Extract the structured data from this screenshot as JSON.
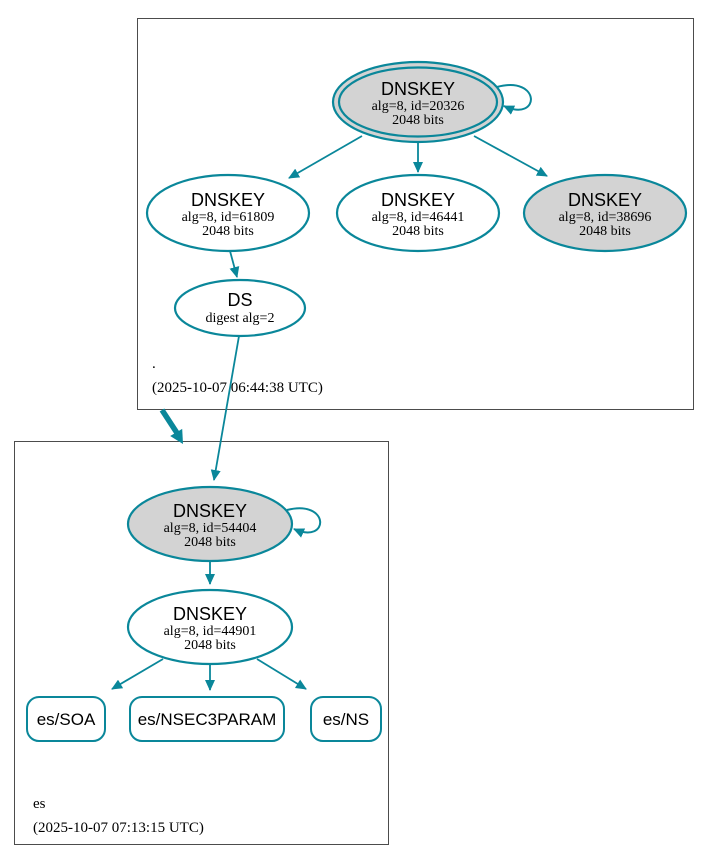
{
  "colors": {
    "edge_teal": "#0a879a",
    "ksk_fill": "#d3d3d3",
    "key_fill": "#ffffff",
    "box_border": "#4c4c4c",
    "text": "#000000",
    "background": "#ffffff"
  },
  "zones": {
    "root": {
      "label": ".",
      "timestamp": "(2025-10-07 06:44:38 UTC)"
    },
    "es": {
      "label": "es",
      "timestamp": "(2025-10-07 07:13:15 UTC)"
    }
  },
  "nodes": {
    "root_ksk": {
      "title": "DNSKEY",
      "detail1": "alg=8, id=20326",
      "detail2": "2048 bits"
    },
    "root_key_61809": {
      "title": "DNSKEY",
      "detail1": "alg=8, id=61809",
      "detail2": "2048 bits"
    },
    "root_key_46441": {
      "title": "DNSKEY",
      "detail1": "alg=8, id=46441",
      "detail2": "2048 bits"
    },
    "root_key_38696": {
      "title": "DNSKEY",
      "detail1": "alg=8, id=38696",
      "detail2": "2048 bits"
    },
    "root_ds": {
      "title": "DS",
      "detail1": "digest alg=2"
    },
    "es_ksk": {
      "title": "DNSKEY",
      "detail1": "alg=8, id=54404",
      "detail2": "2048 bits"
    },
    "es_key_44901": {
      "title": "DNSKEY",
      "detail1": "alg=8, id=44901",
      "detail2": "2048 bits"
    },
    "es_soa": {
      "label": "es/SOA"
    },
    "es_nsec3param": {
      "label": "es/NSEC3PARAM"
    },
    "es_ns": {
      "label": "es/NS"
    }
  },
  "edges": [
    {
      "from": "root_ksk",
      "to": "root_ksk",
      "type": "self-loop"
    },
    {
      "from": "root_ksk",
      "to": "root_key_61809",
      "type": "arrow"
    },
    {
      "from": "root_ksk",
      "to": "root_key_46441",
      "type": "arrow"
    },
    {
      "from": "root_ksk",
      "to": "root_key_38696",
      "type": "arrow"
    },
    {
      "from": "root_key_61809",
      "to": "root_ds",
      "type": "arrow"
    },
    {
      "from": "root_ds",
      "to": "es_ksk",
      "type": "arrow"
    },
    {
      "from": "zone_root",
      "to": "zone_es",
      "type": "thick-delegation-arrow"
    },
    {
      "from": "es_ksk",
      "to": "es_ksk",
      "type": "self-loop"
    },
    {
      "from": "es_ksk",
      "to": "es_key_44901",
      "type": "arrow"
    },
    {
      "from": "es_key_44901",
      "to": "es_soa",
      "type": "arrow"
    },
    {
      "from": "es_key_44901",
      "to": "es_nsec3param",
      "type": "arrow"
    },
    {
      "from": "es_key_44901",
      "to": "es_ns",
      "type": "arrow"
    }
  ]
}
